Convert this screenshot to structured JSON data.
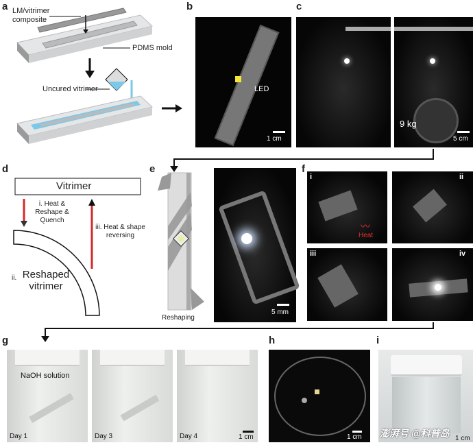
{
  "panels": {
    "a": {
      "label": "a",
      "composite": "LM/vitrimer\ncomposite",
      "mold": "PDMS mold",
      "uncured": "Uncured vitrimer"
    },
    "b": {
      "label": "b",
      "led": "LED",
      "scale": "1 cm"
    },
    "c": {
      "label": "c",
      "weight": "9 kg",
      "scale": "5 cm"
    },
    "d": {
      "label": "d",
      "vitrimer": "Vitrimer",
      "step1": "i. Heat & Reshape & Quench",
      "step2_prefix": "ii.",
      "step2": "Reshaped vitrimer",
      "step3": "iii. Heat & shape reversing"
    },
    "e": {
      "label": "e",
      "reshaping": "Reshaping",
      "scale": "5 mm"
    },
    "f": {
      "label": "f",
      "sub": [
        "i",
        "ii",
        "iii",
        "iv"
      ],
      "heat": "Heat"
    },
    "g": {
      "label": "g",
      "solution": "NaOH solution",
      "days": [
        "Day 1",
        "Day 3",
        "Day 4"
      ],
      "scale": "1 cm"
    },
    "h": {
      "label": "h",
      "scale": "1 cm"
    },
    "i": {
      "label": "i",
      "scale": "1 cm"
    }
  },
  "watermark": "澎湃号 @科普岛",
  "colors": {
    "vitrimer_blue": "#7cc8e8",
    "arrow_red": "#d42a2a",
    "heat_red": "#e03030"
  }
}
